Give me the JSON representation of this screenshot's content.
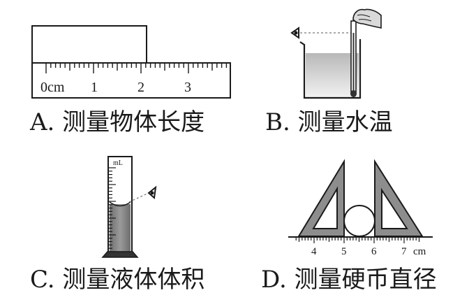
{
  "panels": {
    "a": {
      "caption": "A. 测量物体长度",
      "ruler_labels": [
        "0cm",
        "1",
        "2",
        "3"
      ]
    },
    "b": {
      "caption": "B. 测量水温"
    },
    "c": {
      "caption": "C. 测量液体体积",
      "cylinder_unit": "mL"
    },
    "d": {
      "caption": "D. 测量硬币直径",
      "ruler_labels": [
        "4",
        "5",
        "6",
        "7",
        "cm"
      ]
    }
  }
}
